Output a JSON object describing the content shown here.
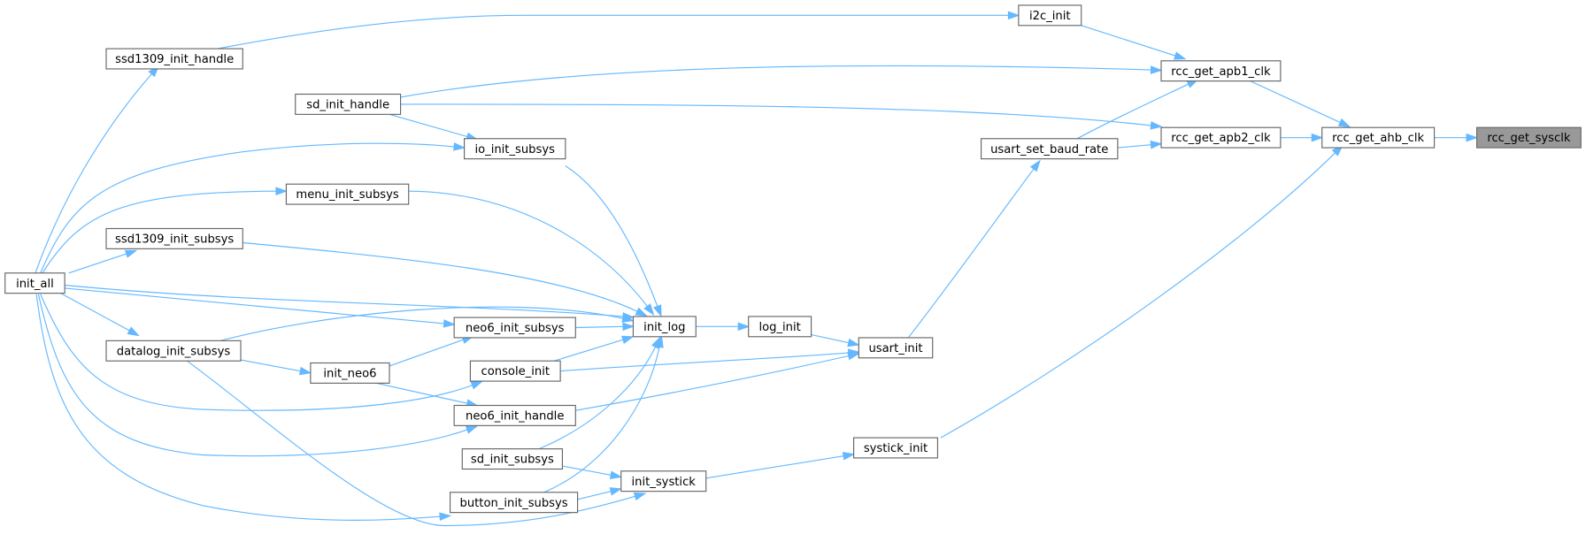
{
  "diagram": {
    "type": "caller-graph",
    "root": "rcc_get_sysclk",
    "colors": {
      "edge": "#63b8ff",
      "node_border": "#666666",
      "node_fill": "#ffffff",
      "root_fill": "#999999"
    },
    "nodes": [
      {
        "id": "ssd1309_init_handle",
        "label": "ssd1309_init_handle"
      },
      {
        "id": "i2c_init",
        "label": "i2c_init"
      },
      {
        "id": "sd_init_handle",
        "label": "sd_init_handle"
      },
      {
        "id": "rcc_get_apb1_clk",
        "label": "rcc_get_apb1_clk"
      },
      {
        "id": "io_init_subsys",
        "label": "io_init_subsys"
      },
      {
        "id": "usart_set_baud_rate",
        "label": "usart_set_baud_rate"
      },
      {
        "id": "rcc_get_apb2_clk",
        "label": "rcc_get_apb2_clk"
      },
      {
        "id": "rcc_get_ahb_clk",
        "label": "rcc_get_ahb_clk"
      },
      {
        "id": "rcc_get_sysclk",
        "label": "rcc_get_sysclk"
      },
      {
        "id": "menu_init_subsys",
        "label": "menu_init_subsys"
      },
      {
        "id": "ssd1309_init_subsys",
        "label": "ssd1309_init_subsys"
      },
      {
        "id": "init_all",
        "label": "init_all"
      },
      {
        "id": "neo6_init_subsys",
        "label": "neo6_init_subsys"
      },
      {
        "id": "init_log",
        "label": "init_log"
      },
      {
        "id": "log_init",
        "label": "log_init"
      },
      {
        "id": "usart_init",
        "label": "usart_init"
      },
      {
        "id": "datalog_init_subsys",
        "label": "datalog_init_subsys"
      },
      {
        "id": "init_neo6",
        "label": "init_neo6"
      },
      {
        "id": "console_init",
        "label": "console_init"
      },
      {
        "id": "neo6_init_handle",
        "label": "neo6_init_handle"
      },
      {
        "id": "systick_init",
        "label": "systick_init"
      },
      {
        "id": "sd_init_subsys",
        "label": "sd_init_subsys"
      },
      {
        "id": "init_systick",
        "label": "init_systick"
      },
      {
        "id": "button_init_subsys",
        "label": "button_init_subsys"
      }
    ],
    "edges": [
      {
        "from": "rcc_get_ahb_clk",
        "to": "rcc_get_sysclk"
      },
      {
        "from": "rcc_get_apb1_clk",
        "to": "rcc_get_ahb_clk"
      },
      {
        "from": "rcc_get_apb2_clk",
        "to": "rcc_get_ahb_clk"
      },
      {
        "from": "systick_init",
        "to": "rcc_get_ahb_clk"
      },
      {
        "from": "i2c_init",
        "to": "rcc_get_apb1_clk"
      },
      {
        "from": "sd_init_handle",
        "to": "rcc_get_apb1_clk"
      },
      {
        "from": "usart_set_baud_rate",
        "to": "rcc_get_apb1_clk"
      },
      {
        "from": "sd_init_handle",
        "to": "rcc_get_apb2_clk"
      },
      {
        "from": "usart_set_baud_rate",
        "to": "rcc_get_apb2_clk"
      },
      {
        "from": "ssd1309_init_handle",
        "to": "i2c_init"
      },
      {
        "from": "usart_init",
        "to": "usart_set_baud_rate"
      },
      {
        "from": "log_init",
        "to": "usart_init"
      },
      {
        "from": "console_init",
        "to": "usart_init"
      },
      {
        "from": "neo6_init_handle",
        "to": "usart_init"
      },
      {
        "from": "init_log",
        "to": "log_init"
      },
      {
        "from": "io_init_subsys",
        "to": "init_log"
      },
      {
        "from": "menu_init_subsys",
        "to": "init_log"
      },
      {
        "from": "ssd1309_init_subsys",
        "to": "init_log"
      },
      {
        "from": "datalog_init_subsys",
        "to": "init_log"
      },
      {
        "from": "neo6_init_subsys",
        "to": "init_log"
      },
      {
        "from": "console_init",
        "to": "init_log"
      },
      {
        "from": "sd_init_subsys",
        "to": "init_log"
      },
      {
        "from": "button_init_subsys",
        "to": "init_log"
      },
      {
        "from": "init_systick",
        "to": "systick_init"
      },
      {
        "from": "sd_init_subsys",
        "to": "init_systick"
      },
      {
        "from": "button_init_subsys",
        "to": "init_systick"
      },
      {
        "from": "datalog_init_subsys",
        "to": "init_systick"
      },
      {
        "from": "sd_init_handle",
        "to": "io_init_subsys"
      },
      {
        "from": "init_neo6",
        "to": "neo6_init_subsys"
      },
      {
        "from": "init_neo6",
        "to": "neo6_init_handle"
      },
      {
        "from": "datalog_init_subsys",
        "to": "init_neo6"
      },
      {
        "from": "init_all",
        "to": "ssd1309_init_handle"
      },
      {
        "from": "init_all",
        "to": "io_init_subsys"
      },
      {
        "from": "init_all",
        "to": "menu_init_subsys"
      },
      {
        "from": "init_all",
        "to": "ssd1309_init_subsys"
      },
      {
        "from": "init_all",
        "to": "init_log"
      },
      {
        "from": "init_all",
        "to": "neo6_init_subsys"
      },
      {
        "from": "init_all",
        "to": "datalog_init_subsys"
      },
      {
        "from": "init_all",
        "to": "console_init"
      },
      {
        "from": "init_all",
        "to": "neo6_init_handle"
      },
      {
        "from": "init_all",
        "to": "button_init_subsys"
      }
    ]
  }
}
